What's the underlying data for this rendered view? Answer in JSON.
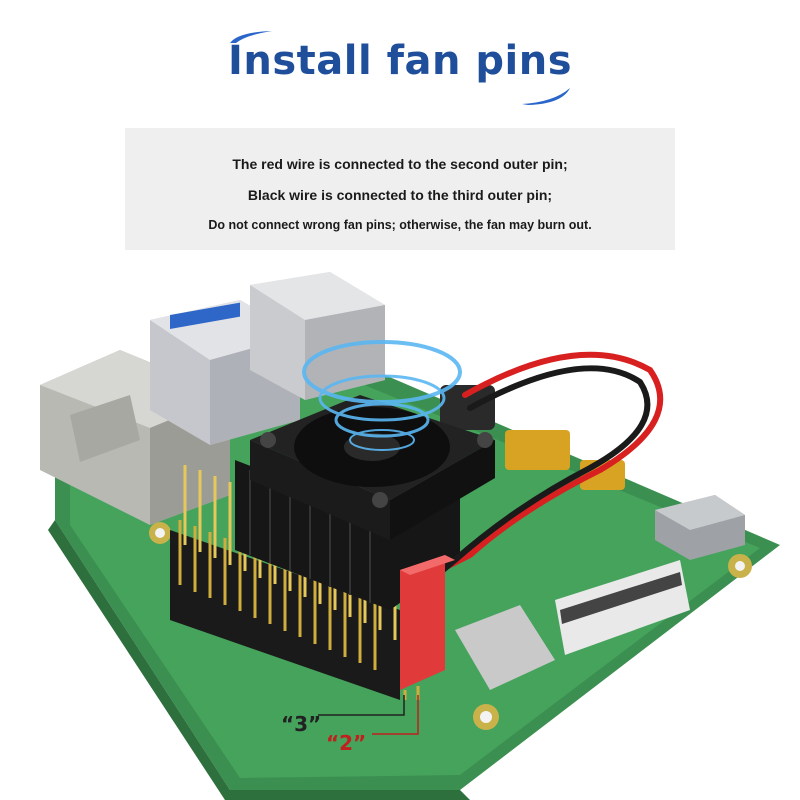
{
  "header": {
    "title": "Install fan pins",
    "accent_color": "#1f4e9b"
  },
  "notice": {
    "line1": "The red wire is connected to the second outer pin;",
    "line2": "Black wire is connected to the third outer pin;",
    "line3": "Do not connect wrong fan pins; otherwise, the fan may burn out.",
    "background_color": "#efefef"
  },
  "photo": {
    "labels": {
      "pin3": "“3”",
      "pin2": "“2”"
    },
    "colors": {
      "pin3_label": "#222222",
      "pin2_label": "#c0201e",
      "red_wire": "#d92020",
      "black_wire": "#1a1a1a",
      "pcb": "#3f9a56",
      "heatsink": "#1c1c1c",
      "connector": "#e03a3a"
    },
    "icons": [
      "airflow-swirl-icon",
      "fan-icon"
    ]
  }
}
